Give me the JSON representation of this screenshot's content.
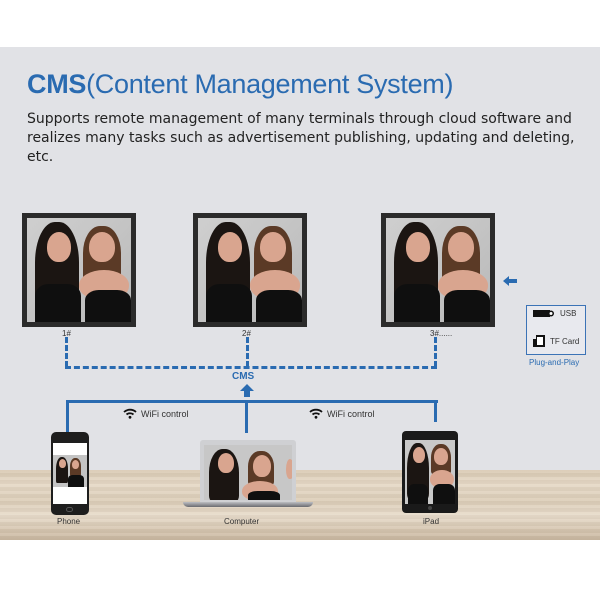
{
  "header": {
    "title_bold": "CMS",
    "title_rest": "(Content Management System)",
    "description": "Supports remote management of many terminals through cloud software and realizes many tasks such as advertisement publishing, updating and deleting, etc."
  },
  "terminals": [
    {
      "label": "1#"
    },
    {
      "label": "2#"
    },
    {
      "label": "3#......"
    }
  ],
  "hub": {
    "label": "CMS"
  },
  "connections": [
    {
      "icon": "wifi-icon",
      "label": "WiFi control"
    },
    {
      "icon": "wifi-icon",
      "label": "WiFi control"
    }
  ],
  "storage": {
    "items": [
      {
        "icon": "usb-icon",
        "label": "USB"
      },
      {
        "icon": "sd-card-icon",
        "label": "TF Card"
      }
    ],
    "caption": "Plug-and-Play"
  },
  "devices": [
    {
      "name": "phone",
      "label": "Phone"
    },
    {
      "name": "computer",
      "label": "Computer"
    },
    {
      "name": "ipad",
      "label": "iPad"
    }
  ],
  "colors": {
    "accent": "#2a6bb1",
    "panel_bg": "#e1e2e6",
    "frame": "#2b2b2b"
  }
}
